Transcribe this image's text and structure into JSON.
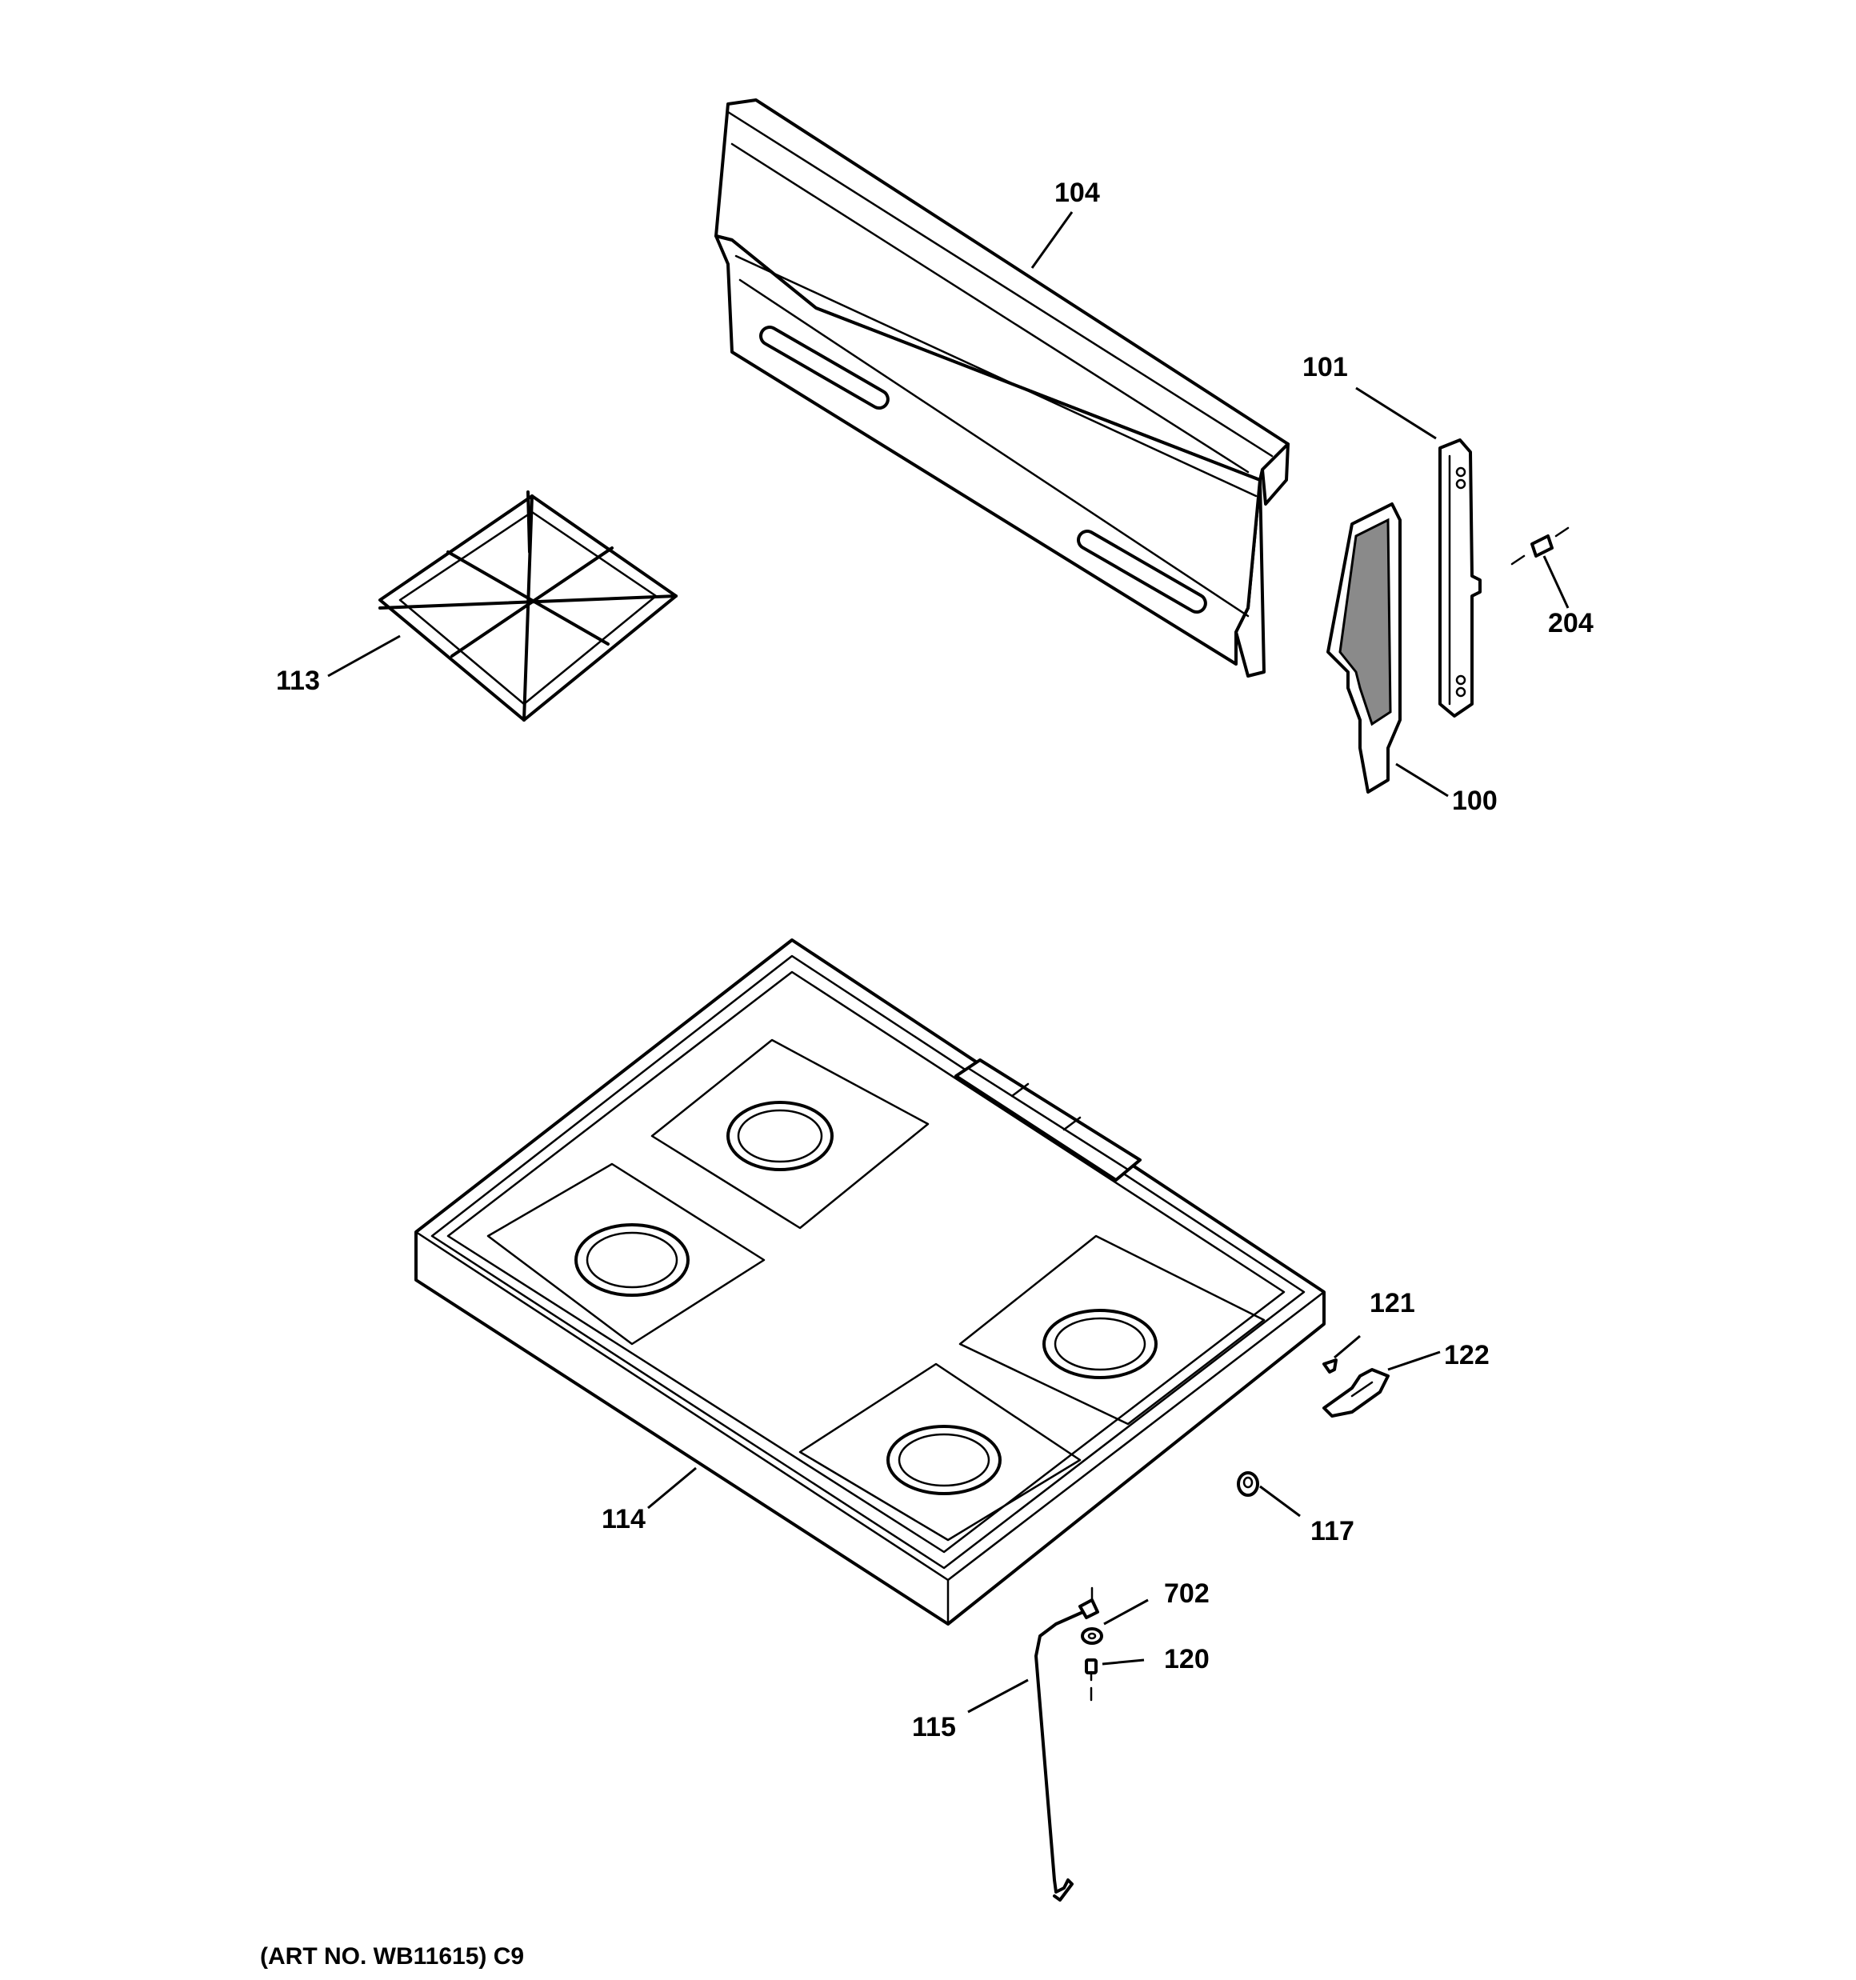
{
  "callouts": {
    "c104": "104",
    "c101": "101",
    "c204": "204",
    "c113": "113",
    "c100": "100",
    "c121": "121",
    "c122": "122",
    "c114": "114",
    "c117": "117",
    "c702": "702",
    "c120": "120",
    "c115": "115"
  },
  "footer": {
    "art_number": "(ART NO. WB11615) C9"
  }
}
